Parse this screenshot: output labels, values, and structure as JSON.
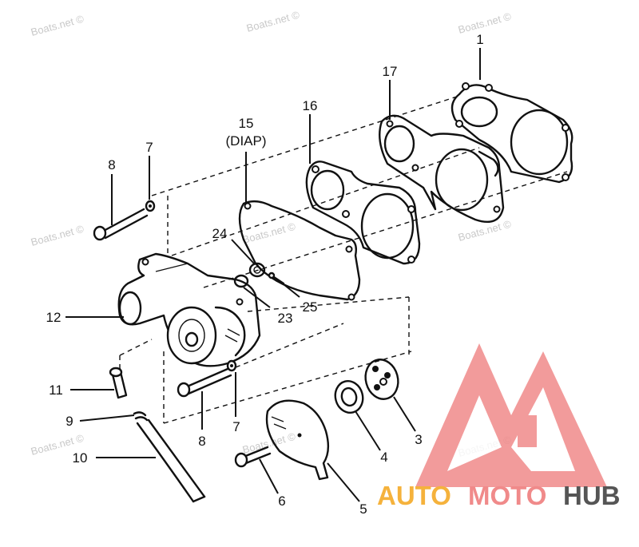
{
  "watermark_text": "Boats.net ©",
  "logo": {
    "auto": "AUTO",
    "moto": "MOTO",
    "hub": "HUB",
    "orange": "#f5b23c",
    "red": "#f08a8a",
    "gray": "#555555"
  },
  "labels": {
    "p1": "1",
    "p3": "3",
    "p4": "4",
    "p5": "5",
    "p6": "6",
    "p7a": "7",
    "p7b": "7",
    "p8a": "8",
    "p8b": "8",
    "p9": "9",
    "p10": "10",
    "p11": "11",
    "p12": "12",
    "p15a": "15",
    "p15b": "(DIAP)",
    "p16": "16",
    "p17": "17",
    "p23": "23",
    "p24": "24",
    "p25": "25"
  }
}
